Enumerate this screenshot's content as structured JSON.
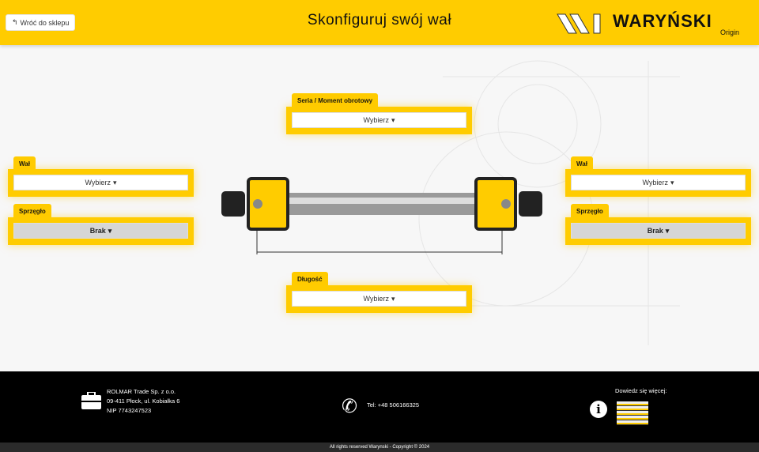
{
  "header": {
    "back_label": "Wróć do sklepu",
    "title": "Skonfiguruj swój wał",
    "logo_text": "WARYŃSKI",
    "logo_sub": "Origin"
  },
  "config": {
    "series": {
      "label": "Seria / Moment obrotowy",
      "value": "Wybierz"
    },
    "left_shaft": {
      "label": "Wał",
      "value": "Wybierz"
    },
    "left_clutch": {
      "label": "Sprzęgło",
      "value": "Brak"
    },
    "right_shaft": {
      "label": "Wał",
      "value": "Wybierz"
    },
    "right_clutch": {
      "label": "Sprzęgło",
      "value": "Brak"
    },
    "length": {
      "label": "Długość",
      "value": "Wybierz"
    }
  },
  "footer": {
    "company": "ROLMAR Trade Sp. z o.o.",
    "address": "09-411 Płock, ul. Kobiałka 6",
    "nip": "NIP 7743247523",
    "phone": "Tel: +48 506166325",
    "more": "Dowiedz się więcej:",
    "copyright": "All rights reserved Warynski - Copyright © 2024"
  },
  "colors": {
    "accent": "#ffcc00"
  }
}
